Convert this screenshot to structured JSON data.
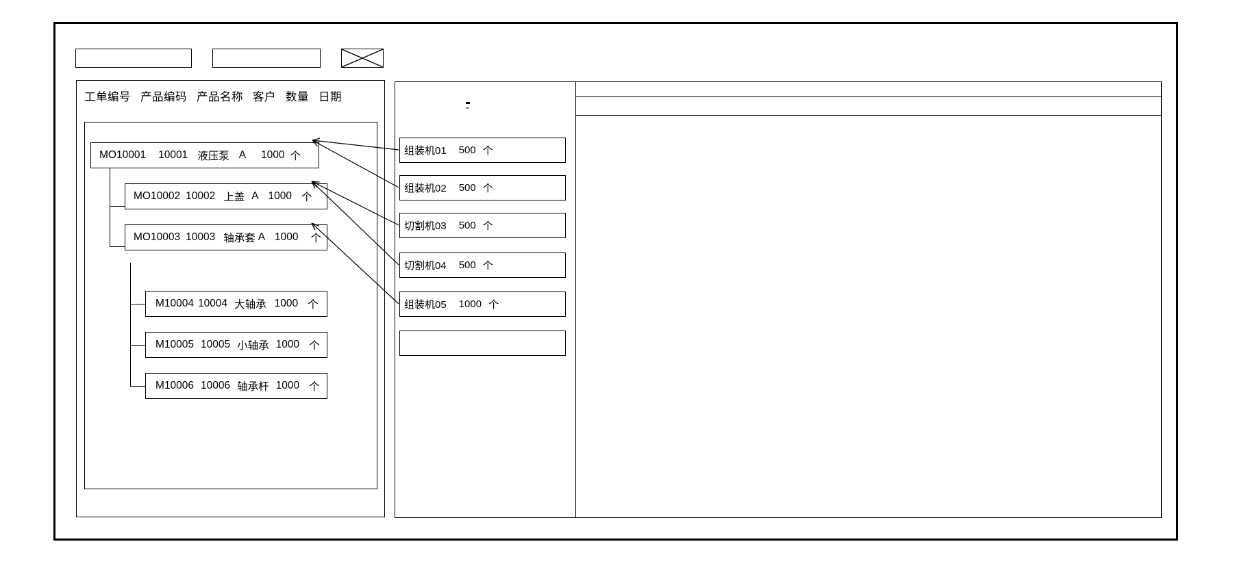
{
  "window": {
    "title_bar": "",
    "frame_style": "wireframe"
  },
  "toolbar": {
    "field_one_value": "",
    "field_one_placeholder": "",
    "field_two_value": "",
    "field_two_placeholder": "",
    "icon_name": "crossed-box-icon"
  },
  "left_panel": {
    "name": "work-order-tree-panel",
    "columns": [
      "工单编号",
      "产品编码",
      "产品名称",
      "客户",
      "数量",
      "日期"
    ],
    "rows": [
      {
        "id": "MO10001",
        "code": "10001",
        "product": "液压泵",
        "customer": "A",
        "qty": "1000",
        "unit": "个",
        "level": 0
      },
      {
        "id": "MO10002",
        "code": "10002",
        "product": "上盖",
        "customer": "A",
        "qty": "1000",
        "unit": "个",
        "level": 1
      },
      {
        "id": "MO10003",
        "code": "10003",
        "product": "轴承套",
        "customer": "A",
        "qty": "1000",
        "unit": "个",
        "level": 1
      },
      {
        "id": "M10004",
        "code": "10004",
        "product": "大轴承",
        "customer": "",
        "qty": "1000",
        "unit": "个",
        "level": 2
      },
      {
        "id": "M10005",
        "code": "10005",
        "product": "小轴承",
        "customer": "",
        "qty": "1000",
        "unit": "个",
        "level": 2
      },
      {
        "id": "M10006",
        "code": "10006",
        "product": "轴承杆",
        "customer": "",
        "qty": "1000",
        "unit": "个",
        "level": 2
      }
    ]
  },
  "middle_panel": {
    "name": "machine-assignment-panel",
    "marker": "-",
    "machines": [
      {
        "name": "组装机01",
        "qty": "500",
        "unit": "个"
      },
      {
        "name": "组装机02",
        "qty": "500",
        "unit": "个"
      },
      {
        "name": "切割机03",
        "qty": "500",
        "unit": "个"
      },
      {
        "name": "切割机04",
        "qty": "500",
        "unit": "个"
      },
      {
        "name": "组装机05",
        "qty": "1000",
        "unit": "个"
      },
      {
        "name": "",
        "qty": "",
        "unit": ""
      }
    ]
  },
  "right_panel": {
    "name": "detail-panel",
    "header_text": "",
    "body_text": ""
  },
  "colors": {
    "stroke": "#000000",
    "background": "#ffffff"
  }
}
